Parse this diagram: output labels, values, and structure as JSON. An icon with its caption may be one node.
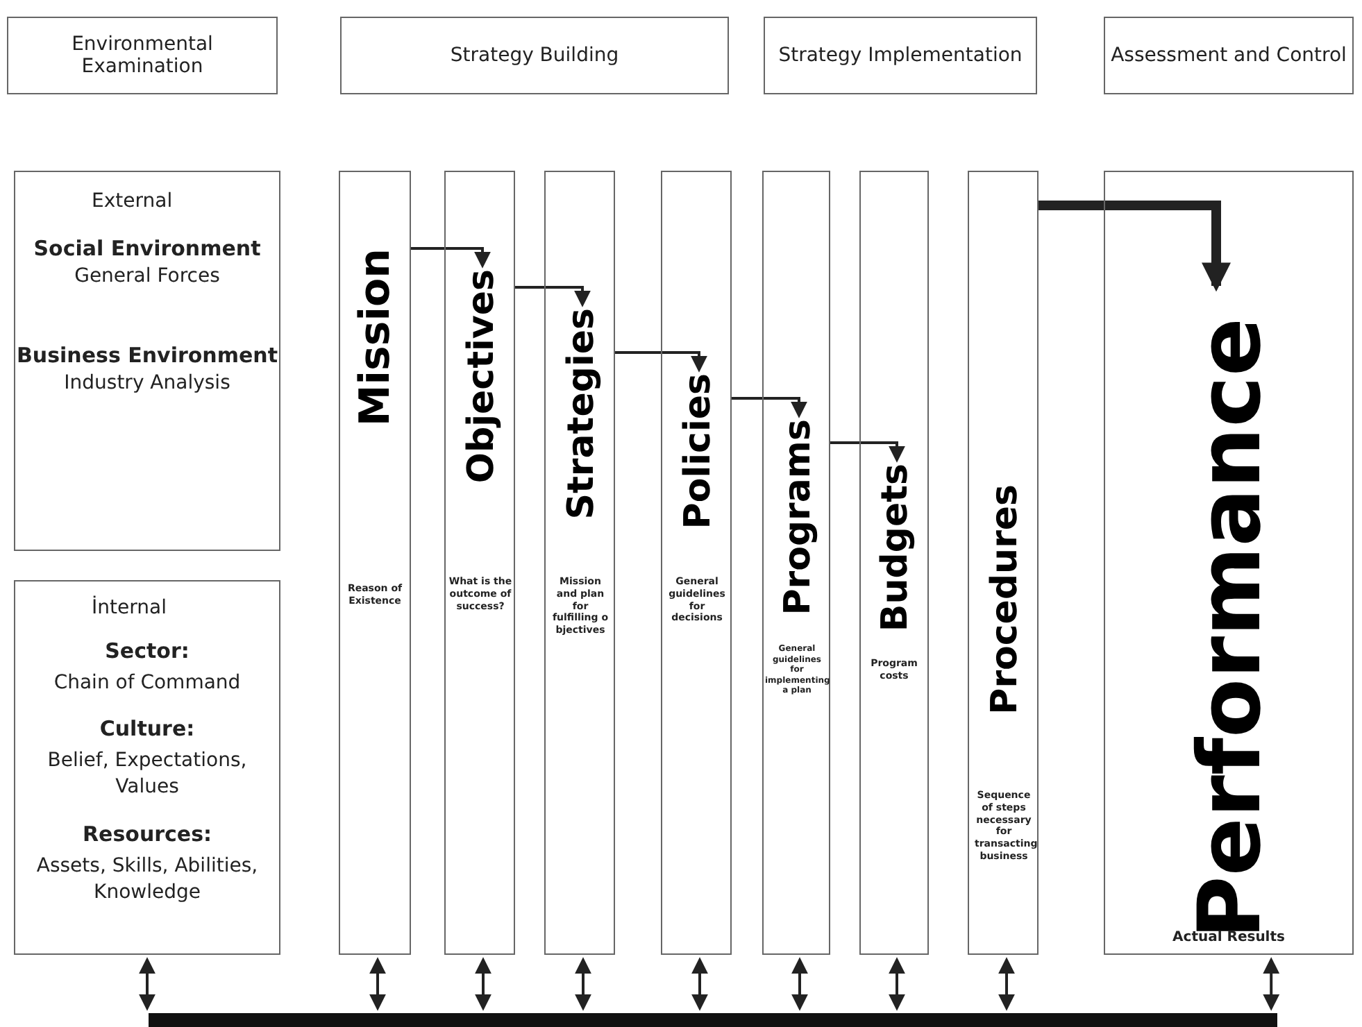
{
  "diagram": {
    "nodes": [
      {
        "text": [
          "Environmental Examination"
        ]
      },
      {
        "text": [
          "Strategy Building"
        ]
      },
      {
        "text": [
          "Strategy Implementation"
        ]
      },
      {
        "text": [
          "Assessment and Control"
        ]
      },
      {
        "text": [
          "External",
          "Social Environment",
          "General Forces",
          "Business Environment",
          "Industry Analysis"
        ]
      },
      {
        "text": [
          "İnternal",
          "Sector:",
          "Chain of Command",
          "Culture:",
          "Belief, Expectations, Values",
          "Resources:",
          "Assets, Skills, Abilities, Knowledge"
        ]
      },
      {
        "text": [
          "Mission",
          "Reason of Existence"
        ]
      },
      {
        "text": [
          "Objectives",
          "What is the outcome of success?"
        ]
      },
      {
        "text": [
          "Strategies",
          "Mission and plan for fulfilling o bjectives"
        ]
      },
      {
        "text": [
          "Policies",
          "General guidelines for decisions"
        ]
      },
      {
        "text": [
          "Programs",
          "General guidelines for implementing a plan"
        ]
      },
      {
        "text": [
          "Budgets",
          "Program costs"
        ]
      },
      {
        "text": [
          "Procedures",
          "Sequence of steps necessary for transacting business"
        ]
      },
      {
        "text": [
          "Performance",
          "Actual Results"
        ]
      },
      {
        "text": [],
        "shape": "bar"
      }
    ],
    "edges": [
      {
        "from": 6,
        "to": 7,
        "arrow": "to"
      },
      {
        "from": 7,
        "to": 8,
        "arrow": "to"
      },
      {
        "from": 8,
        "to": 9,
        "arrow": "to"
      },
      {
        "from": 9,
        "to": 10,
        "arrow": "to"
      },
      {
        "from": 10,
        "to": 11,
        "arrow": "to"
      },
      {
        "from": 12,
        "to": 13,
        "arrow": "to",
        "style": "thick"
      },
      {
        "from": 5,
        "to": 14,
        "arrow": "both"
      },
      {
        "from": 6,
        "to": 14,
        "arrow": "both"
      },
      {
        "from": 7,
        "to": 14,
        "arrow": "both"
      },
      {
        "from": 8,
        "to": 14,
        "arrow": "both"
      },
      {
        "from": 9,
        "to": 14,
        "arrow": "both"
      },
      {
        "from": 10,
        "to": 14,
        "arrow": "both"
      },
      {
        "from": 11,
        "to": 14,
        "arrow": "both"
      },
      {
        "from": 12,
        "to": 14,
        "arrow": "both"
      },
      {
        "from": 13,
        "to": 14,
        "arrow": "both"
      }
    ]
  }
}
